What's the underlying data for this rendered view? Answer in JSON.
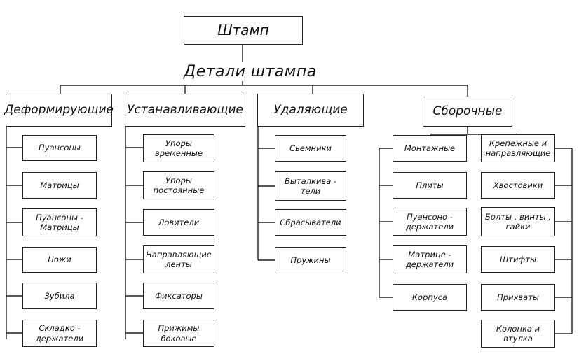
{
  "root": "Штамп",
  "caption": "Детали штампа",
  "categories": [
    {
      "title": "Деформирующие",
      "items": [
        "Пуансоны",
        "Матрицы",
        "Пуансоны -\nМатрицы",
        "Ножи",
        "Зубила",
        "Складко -\nдержатели"
      ]
    },
    {
      "title": "Устанавливающие",
      "items": [
        "Упоры\nвременные",
        "Упоры\nпостоянные",
        "Ловители",
        "Направляющие\nленты",
        "Фиксаторы",
        "Прижимы\nбоковые"
      ]
    },
    {
      "title": "Удаляющие",
      "items": [
        "Сьемники",
        "Выталкива -\nтели",
        "Сбрасыватели",
        "Пружины"
      ]
    },
    {
      "title": "Сборочные",
      "groups": [
        {
          "title": "Монтажные",
          "items": [
            "Плиты",
            "Пуансоно -\nдержатели",
            "Матрице -\nдержатели",
            "Корпуса"
          ]
        },
        {
          "title": "Крепежные и\nнаправляющие",
          "items": [
            "Хвостовики",
            "Болты , винты ,\nгайки",
            "Штифты",
            "Прихваты",
            "Колонка и\nвтулка"
          ]
        }
      ]
    }
  ]
}
